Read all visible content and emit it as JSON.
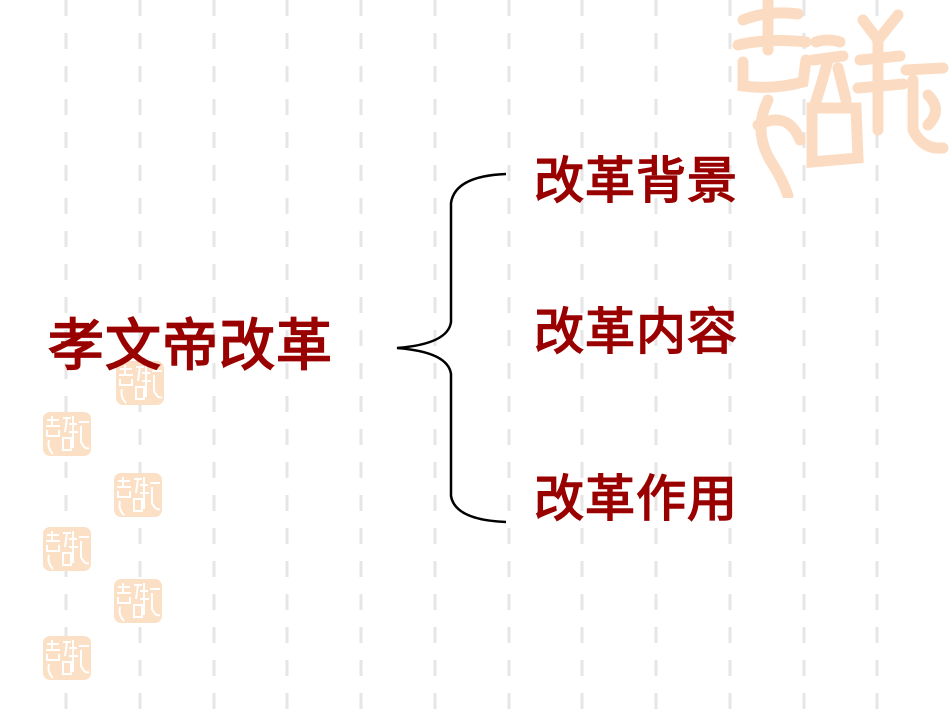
{
  "slide": {
    "title": "孝文帝改革",
    "branches": [
      {
        "label": "改革背景"
      },
      {
        "label": "改革内容"
      },
      {
        "label": "改革作用"
      }
    ],
    "decoration": {
      "seal_text": "吉祥如意",
      "seal_color": "#fbe0c6",
      "text_color": "#990000",
      "grid_color": "#e6e6e6",
      "bracket_color": "#000000"
    }
  }
}
